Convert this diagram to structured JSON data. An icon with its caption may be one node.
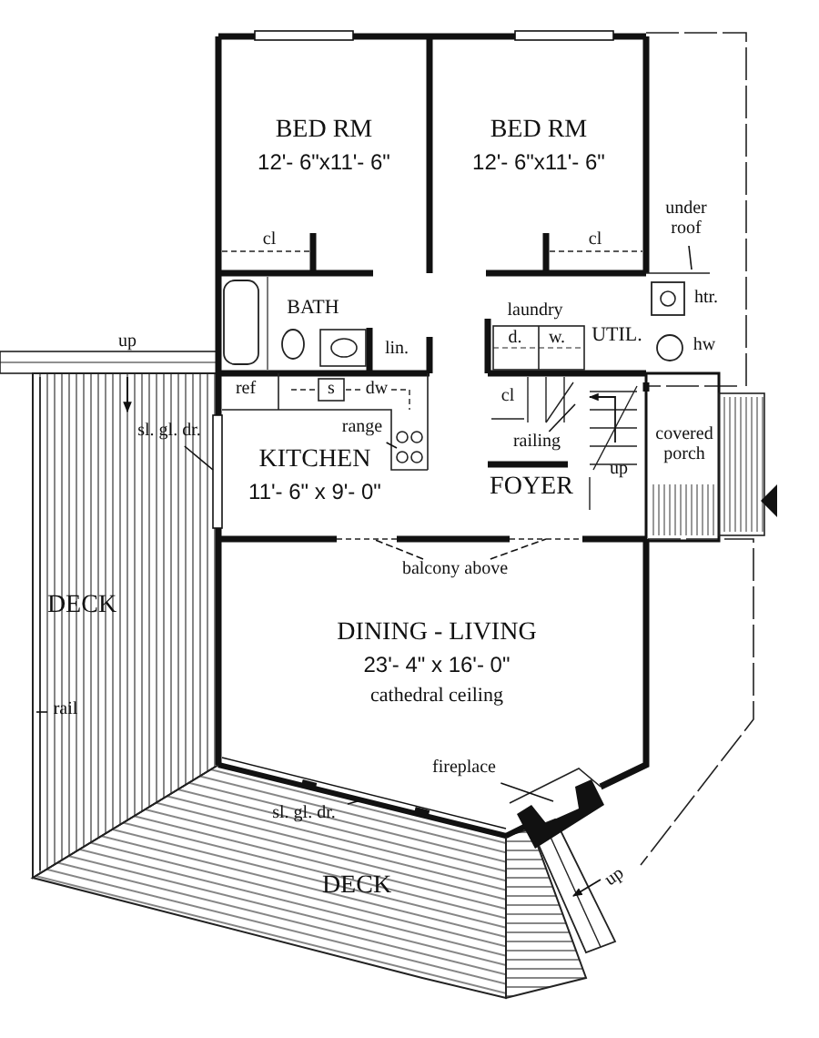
{
  "diagram": {
    "nodes": [
      {
        "text": [
          "BED RM",
          "12'- 6\"x11'- 6\""
        ]
      },
      {
        "text": [
          "BED RM",
          "12'- 6\"x11'- 6\""
        ]
      },
      {
        "text": [
          "BATH"
        ]
      },
      {
        "text": [
          "KITCHEN",
          "11'- 6\" x 9'- 0\""
        ]
      },
      {
        "text": [
          "FOYER"
        ]
      },
      {
        "text": [
          "UTIL."
        ]
      },
      {
        "text": [
          "covered porch"
        ]
      },
      {
        "text": [
          "DINING - LIVING",
          "23'- 4\" x 16'- 0\"",
          "cathedral ceiling"
        ]
      },
      {
        "text": [
          "DECK"
        ]
      },
      {
        "text": [
          "DECK"
        ]
      },
      {
        "text": [
          "sl. gl. dr."
        ]
      },
      {
        "text": [
          "range"
        ]
      },
      {
        "text": [
          "railing"
        ]
      },
      {
        "text": [
          "balcony above"
        ]
      },
      {
        "text": [
          "rail"
        ]
      },
      {
        "text": [
          "fireplace"
        ]
      },
      {
        "text": [
          "sl. gl. dr."
        ]
      },
      {
        "text": [
          "under roof"
        ]
      }
    ],
    "edges": [
      {
        "from": 10,
        "to": null,
        "arrow": "none"
      },
      {
        "from": 11,
        "to": null,
        "arrow": "none"
      },
      {
        "from": 12,
        "to": null,
        "arrow": "none"
      },
      {
        "from": 13,
        "to": null,
        "arrow": "none",
        "style": "dashed"
      },
      {
        "from": 13,
        "to": null,
        "arrow": "none",
        "style": "dashed"
      },
      {
        "from": 14,
        "to": null,
        "arrow": "none"
      },
      {
        "from": 15,
        "to": null,
        "arrow": "none"
      },
      {
        "from": 16,
        "to": null,
        "arrow": "none"
      },
      {
        "from": 17,
        "to": null,
        "arrow": "none"
      }
    ],
    "labels": [
      "cl",
      "cl",
      "laundry",
      "htr.",
      "up",
      "lin.",
      "d.",
      "w.",
      "hw",
      "ref",
      "s",
      "dw",
      "cl",
      "up",
      "up"
    ]
  }
}
